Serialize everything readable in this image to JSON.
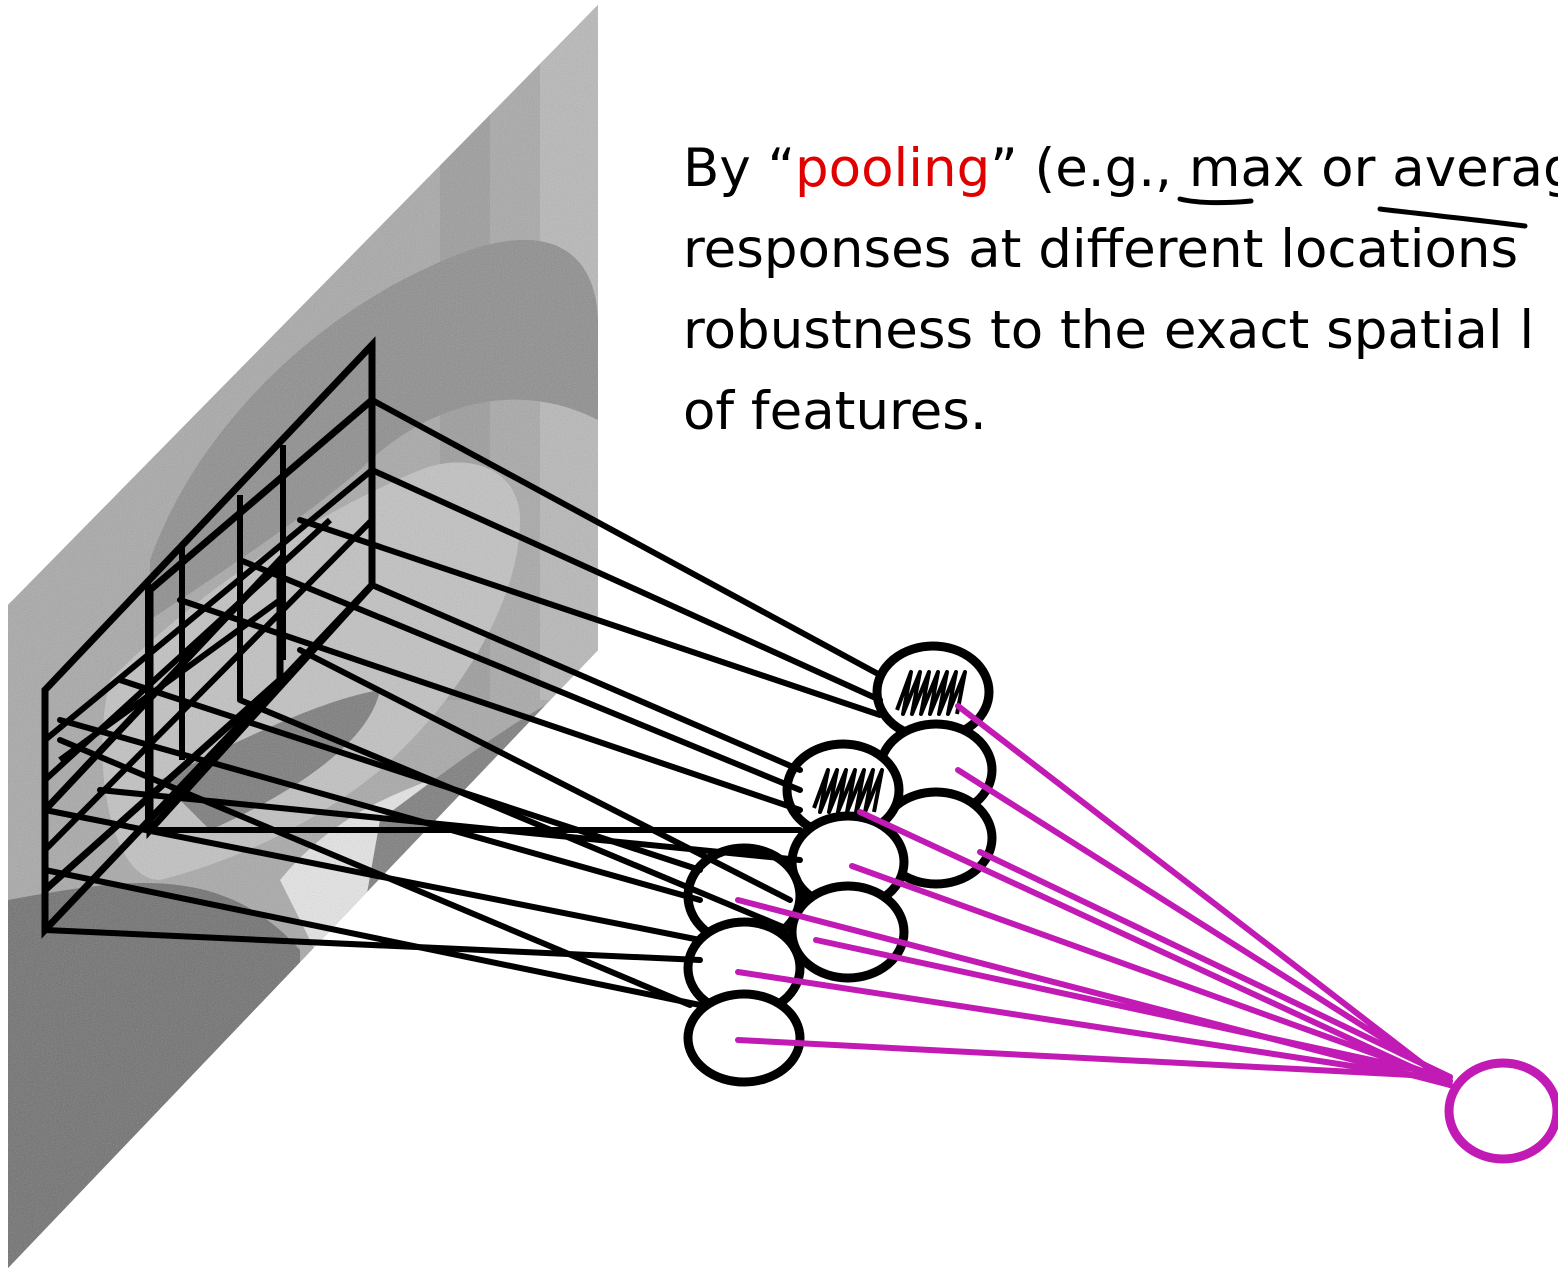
{
  "caption": {
    "line1": {
      "before": "By “",
      "highlight": "pooling",
      "after_quote": "” (e.g., ",
      "underlined_1": "max",
      "middle": " or ",
      "underlined_2": "average"
    },
    "line2": "responses at different locations",
    "line3": "robustness to the exact spatial l",
    "line4": "of features."
  },
  "colors": {
    "highlight": "#e00000",
    "pool_connections": "#c21ab4",
    "strokes": "#000000"
  },
  "diagram": {
    "input_image": "grayscale photo of a face seen in perspective",
    "first_layer_units": 9,
    "active_units": 2,
    "pooled_output_units": 1
  }
}
